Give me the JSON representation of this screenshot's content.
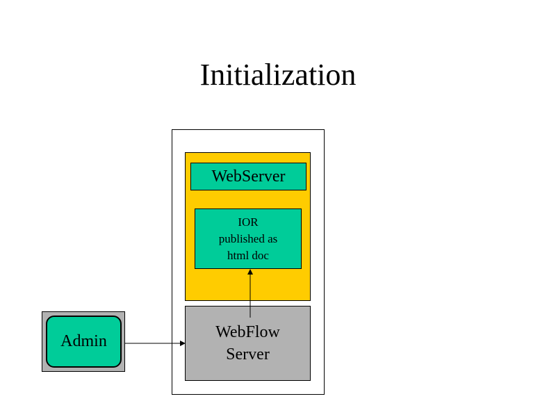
{
  "title": "Initialization",
  "diagram": {
    "webserver_label": "WebServer",
    "ior_lines": [
      "IOR",
      "published as",
      "html doc"
    ],
    "webflow_lines": [
      "WebFlow",
      "Server"
    ],
    "admin_label": "Admin"
  },
  "colors": {
    "background": "#ffffff",
    "container_fill": "#ffcc00",
    "node_fill": "#00cc99",
    "server_fill": "#b2b2b2",
    "admin_frame_fill": "#b2b2b2",
    "line": "#000000"
  }
}
